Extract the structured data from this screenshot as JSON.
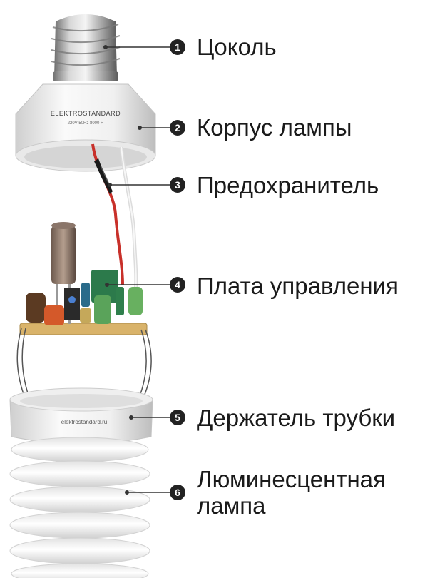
{
  "lamp": {
    "base_brand": "ELEKTROSTANDARD",
    "base_specs": "220V 50Hz 8000 H",
    "holder_brand": "elektrostandard.ru"
  },
  "callouts": [
    {
      "number": "1",
      "label": "Цоколь"
    },
    {
      "number": "2",
      "label": "Корпус лампы"
    },
    {
      "number": "3",
      "label": "Предохранитель"
    },
    {
      "number": "4",
      "label": "Плата управления"
    },
    {
      "number": "5",
      "label": "Держатель трубки"
    },
    {
      "number": "6",
      "label": "Люминесцентная\nлампа"
    }
  ],
  "colors": {
    "marker_fill": "#222222",
    "leader_line": "#333333",
    "wire_red": "#c8302a",
    "wire_white": "#eeeeee",
    "pcb": "#d9b36a"
  }
}
